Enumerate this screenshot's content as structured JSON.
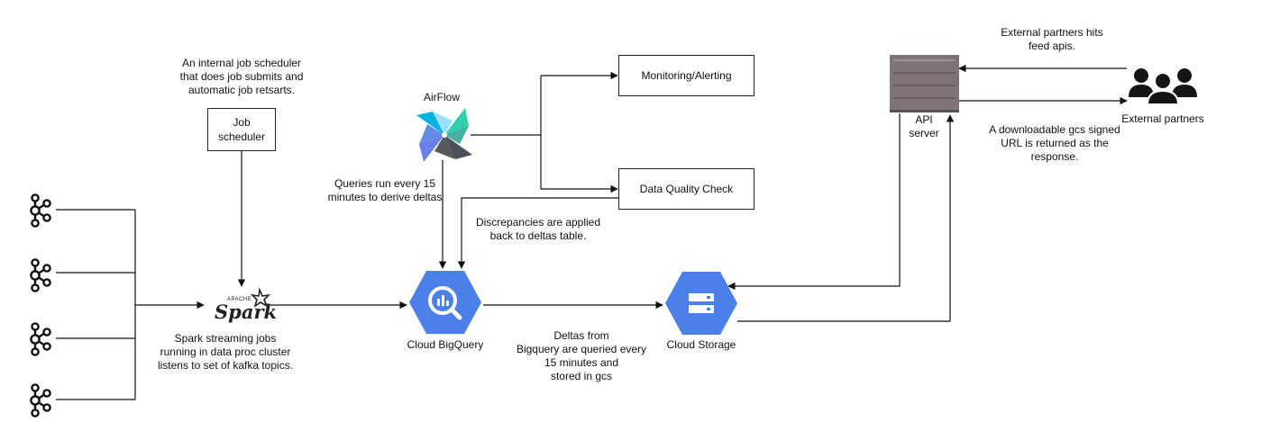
{
  "notes": {
    "scheduler_note": [
      "An internal job scheduler",
      "that does job submits and",
      "automatic job retsarts."
    ],
    "queries_note": [
      "Queries run every 15",
      "minutes to derive deltas"
    ],
    "discrepancy_note": [
      "Discrepancies are applied",
      "back to deltas table."
    ],
    "spark_note": [
      "Spark streaming jobs",
      "running in data proc cluster",
      "listens to set of kafka topics."
    ],
    "deltas_note": [
      "Deltas from",
      "Bigquery are queried every",
      "15 minutes  and",
      "stored in gcs"
    ],
    "partners_hit_note": [
      "External partners hits",
      "feed apis."
    ],
    "response_note": [
      "A downloadable gcs signed",
      "URL is returned as the",
      "response."
    ]
  },
  "nodes": {
    "job_scheduler": [
      "Job",
      "scheduler"
    ],
    "monitoring": "Monitoring/Alerting",
    "data_quality": "Data Quality Check",
    "airflow": "AirFlow",
    "bigquery": "Cloud BigQuery",
    "storage": "Cloud Storage",
    "api_server": [
      "API",
      "server"
    ],
    "partners": "External partners",
    "spark_brand": "Spark",
    "spark_apache": "APACHE"
  },
  "colors": {
    "gcp_blue": "#4a80e8",
    "line": "#111111",
    "server": "#7f7478",
    "partners": "#151515"
  },
  "icons": {
    "kafka": "kafka-icon",
    "spark": "spark-logo",
    "airflow": "airflow-pinwheel-icon",
    "bigquery": "bigquery-icon",
    "storage": "cloud-storage-icon",
    "server": "server-icon",
    "partners": "users-group-icon"
  }
}
